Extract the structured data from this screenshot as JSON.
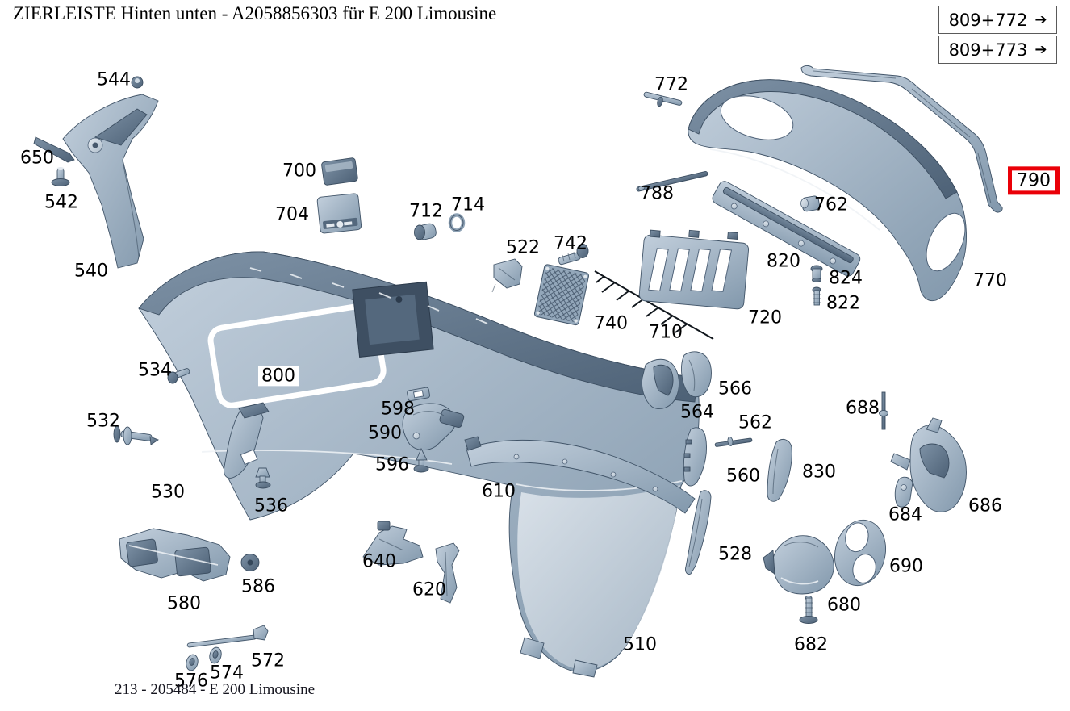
{
  "title": "ZIERLEISTE Hinten unten - A2058856303 für E 200 Limousine",
  "footer": "213 - 205484 - E 200 Limousine",
  "ref_links": [
    {
      "label": "809+772",
      "arrow": "➔"
    },
    {
      "label": "809+773",
      "arrow": "➔"
    }
  ],
  "diagram": {
    "highlighted_part": "790",
    "part_count": 50
  },
  "colors": {
    "highlight_red": "#ea0008",
    "part_base": "#9db0c2",
    "part_dark": "#5d7186",
    "part_light": "#cdd8e2",
    "background": "#ffffff",
    "label_text": "#000000"
  },
  "labels": {
    "p544": "544",
    "p650": "650",
    "p542": "542",
    "p540": "540",
    "p700": "700",
    "p704": "704",
    "p712": "712",
    "p714": "714",
    "p522": "522",
    "p742": "742",
    "p740": "740",
    "p710": "710",
    "p772": "772",
    "p788": "788",
    "p762": "762",
    "p820": "820",
    "p824": "824",
    "p822": "822",
    "p720": "720",
    "p770": "770",
    "p790": "790",
    "p800": "800",
    "p534": "534",
    "p532": "532",
    "p530": "530",
    "p536": "536",
    "p598": "598",
    "p590": "590",
    "p596": "596",
    "p610": "610",
    "p640": "640",
    "p620": "620",
    "p580": "580",
    "p586": "586",
    "p572": "572",
    "p574": "574",
    "p576": "576",
    "p510": "510",
    "p566": "566",
    "p564": "564",
    "p562": "562",
    "p560": "560",
    "p830": "830",
    "p528": "528",
    "p688": "688",
    "p684": "684",
    "p686": "686",
    "p690": "690",
    "p680": "680",
    "p682": "682"
  }
}
